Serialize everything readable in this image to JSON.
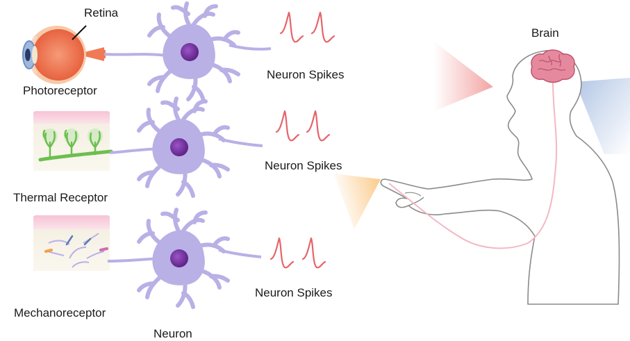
{
  "labels": {
    "retina": "Retina",
    "photoreceptor": "Photoreceptor",
    "thermal_receptor": "Thermal Receptor",
    "mechanoreceptor": "Mechanoreceptor",
    "neuron": "Neuron",
    "brain": "Brain",
    "spikes": [
      "Neuron Spikes",
      "Neuron Spikes",
      "Neuron Spikes"
    ]
  },
  "colors": {
    "neuron_body": "#b9b0e6",
    "neuron_nucleus": "#7a35a8",
    "spike": "#e5646a",
    "eye": "#f07a55",
    "skin": "#f7c7d6",
    "thermal_fiber": "#6bbf4e",
    "brain": "#e58a9e",
    "nerve_line": "#f2b8c4",
    "glow_red": "#f4a0a0",
    "glow_orange": "#fbc880",
    "glow_blue": "#b8cbe6"
  }
}
